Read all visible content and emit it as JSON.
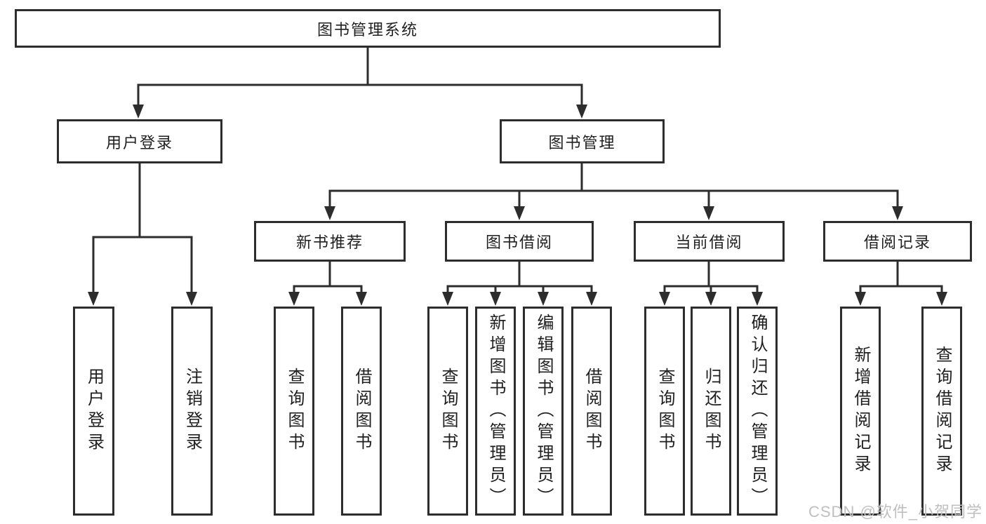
{
  "root": {
    "label": "图书管理系统"
  },
  "branches": [
    {
      "label": "用户登录",
      "children": [
        {
          "label": "用户登录"
        },
        {
          "label": "注销登录"
        }
      ]
    },
    {
      "label": "图书管理",
      "children": [
        {
          "label": "新书推荐",
          "children": [
            {
              "label": "查询图书"
            },
            {
              "label": "借阅图书"
            }
          ]
        },
        {
          "label": "图书借阅",
          "children": [
            {
              "label": "查询图书"
            },
            {
              "label": "新增图书（管理员）"
            },
            {
              "label": "编辑图书（管理员）"
            },
            {
              "label": "借阅图书"
            }
          ]
        },
        {
          "label": "当前借阅",
          "children": [
            {
              "label": "查询图书"
            },
            {
              "label": "归还图书"
            },
            {
              "label": "确认归还（管理员）"
            }
          ]
        },
        {
          "label": "借阅记录",
          "children": [
            {
              "label": "新增借阅记录"
            },
            {
              "label": "查询借阅记录"
            }
          ]
        }
      ]
    }
  ],
  "watermark": "CSDN @软件_小贺同学",
  "colors": {
    "line": "#2d2d2d",
    "text": "#1f1f1f",
    "watermark": "#bfbfbf",
    "background": "#ffffff"
  }
}
